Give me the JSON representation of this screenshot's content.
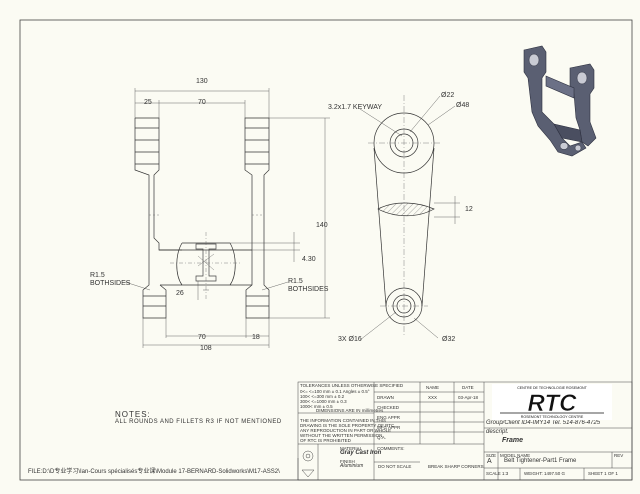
{
  "dims": {
    "overall_width": "130",
    "left_offset": "25",
    "slot_width": "70",
    "height": "140",
    "small_h": "4.30",
    "rib": "26",
    "bottom_70": "70",
    "bottom_18": "18",
    "bottom_108": "108",
    "fillet_left": "R1.5",
    "fillet_left_2": "BOTHSIDES",
    "fillet_right": "R1.5",
    "fillet_right_2": "BOTHSIDES",
    "keyway": "3.2x1.7 KEYWAY",
    "dia22": "Ø22",
    "dia48": "Ø48",
    "thk12": "12",
    "holes": "3X Ø16",
    "dia32": "Ø32"
  },
  "notes": {
    "title": "NOTES:",
    "body": "ALL ROUNDS AND FILLETS R3 IF NOT MENTIONED"
  },
  "file_path": "FILE:D:\\D专业学习\\Ian-Cours spécialisés专业课\\Module 17-BERNARD-Solidworks\\M17-ASS2\\",
  "title_block": {
    "tolerances": "TOLERANCES UNLESS OTHERWISE SPECIFIED",
    "tol1": "0<= <=100 mm  ± 0.1      Angles  ± 0.5°",
    "tol2": "100< <=300 mm  ± 0.2",
    "tol3": "300< <=1000 mm  ± 0.3",
    "tol4": "1000< mm  ± 0.5",
    "dims_in": "DIMENSIONS ARE IN millimetres",
    "prop1": "THE INFORMATION CONTAINED IN THIS",
    "prop2": "DRAWING IS THE SOLE PROPERTY OF RTC",
    "prop3": "ANY REPRODUCTION IN PART OR WHOLE",
    "prop4": "WITHOUT THE WRITTEN PERMISSION",
    "prop5": "OF RTC IS PROHIBITED",
    "material_label": "MATERIAL",
    "material": "Gray Cast Iron",
    "finish_label": "FINISH",
    "finish": "Aluminium",
    "no_scale": "DO NOT SCALE",
    "break_edges": "BREAK SHARP CORNERS",
    "name_col": "NAME",
    "date_col": "DATE",
    "drawn": "DRAWN",
    "drawn_name": "XXX",
    "drawn_date": "03-Apr-18",
    "checked": "CHECKED",
    "eng_appr": "ENG APPR",
    "mfg_appr": "MFG APPR",
    "qa": "Q.A.",
    "comments": "COMMENTS:",
    "group": "Group/Client ID4-IMY14 Tel. 514-876-4725",
    "descrip_label": "descript.",
    "descrip": "Frame",
    "size_label": "SIZE",
    "size": "A",
    "dwg_label": "MODEL NAME",
    "dwg": "Belt Tightener-Part1 Frame",
    "rev_label": "REV",
    "scale": "SCALE 1:3",
    "weight": "WEIGHT: 1497.50 G",
    "sheet": "SHEET 1 OF 1"
  },
  "logo": {
    "text": "RTC",
    "top_text": "CENTRE DE TECHNOLOGIE ROSEMONT",
    "bottom_text": "ROSEMONT TECHNOLOGY CENTRE"
  },
  "colors": {
    "paper": "#fbfbf3",
    "line": "#333333",
    "model": "#5a5f72"
  }
}
